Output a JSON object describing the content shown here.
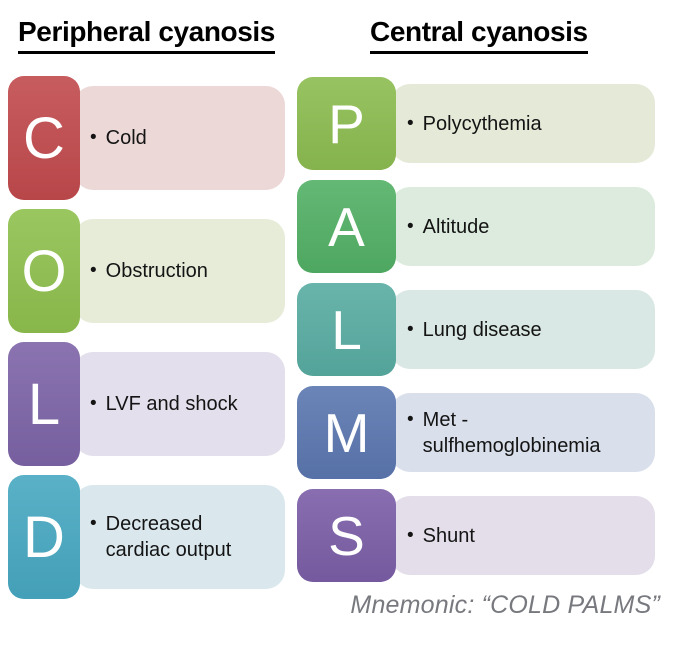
{
  "diagram": {
    "bullet_char": "•",
    "columns": [
      {
        "title": "Peripheral cyanosis",
        "rows": [
          {
            "letter": "C",
            "text": "Cold",
            "tile_color": "#C14A4D",
            "box_color": "#EDD8D8"
          },
          {
            "letter": "O",
            "text": "Obstruction",
            "tile_color": "#8FC04E",
            "box_color": "#E7ECD9"
          },
          {
            "letter": "L",
            "text": "LVF and shock",
            "tile_color": "#7D64A7",
            "box_color": "#E3DFEC"
          },
          {
            "letter": "D",
            "text": "Decreased\ncardiac output",
            "tile_color": "#47A8C1",
            "box_color": "#DAE8EE"
          }
        ]
      },
      {
        "title": "Central cyanosis",
        "rows": [
          {
            "letter": "P",
            "text": "Polycythemia",
            "tile_color": "#8CBC50",
            "box_color": "#E5E9D8"
          },
          {
            "letter": "A",
            "text": "Altitude",
            "tile_color": "#52B065",
            "box_color": "#DCEBDD"
          },
          {
            "letter": "L",
            "text": "Lung disease",
            "tile_color": "#58ACA2",
            "box_color": "#D9E8E4"
          },
          {
            "letter": "M",
            "text": "Met -\nsulfhemoglobinemia",
            "tile_color": "#5B77B0",
            "box_color": "#D9DFEB"
          },
          {
            "letter": "S",
            "text": "Shunt",
            "tile_color": "#7B5EA7",
            "box_color": "#E3DEE9"
          }
        ]
      }
    ],
    "footer": {
      "mnemonic_text": "Mnemonic: “COLD PALMS”",
      "text_color": "#77797E"
    }
  }
}
